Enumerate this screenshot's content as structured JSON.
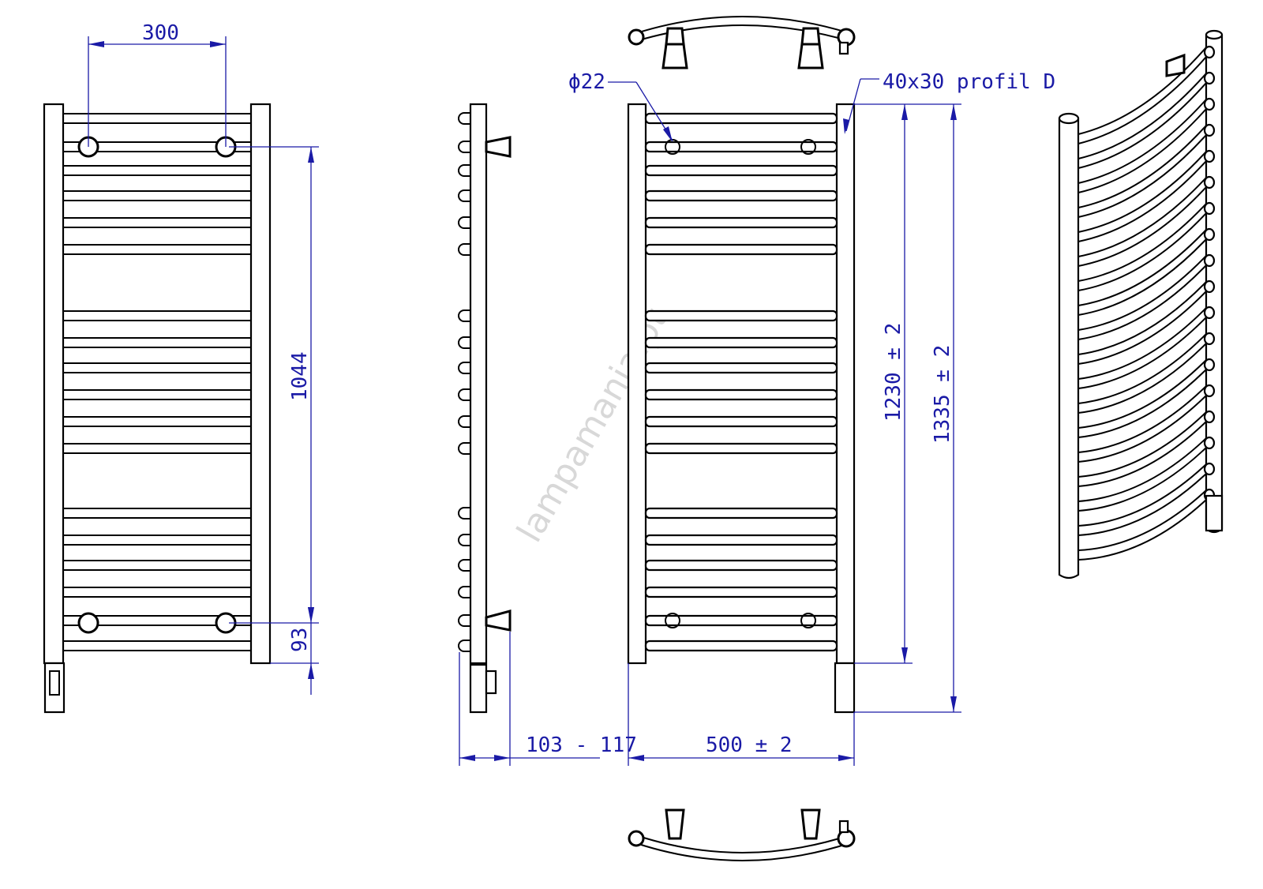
{
  "labels": {
    "pipe_spacing": "300",
    "pipe_height": "1044",
    "bottom_offset": "93",
    "wall_distance": "103 - 117",
    "width": "500  ± 2",
    "height_inner": "1230  ± 2",
    "height_total": "1335  ± 2",
    "pipe_diameter": "ϕ22",
    "profile": "40x30 profil D"
  },
  "watermark": "lampamania.pt",
  "colors": {
    "dimension": "#1a1aa6",
    "line": "#000000",
    "watermark": "#d8d8d8"
  }
}
